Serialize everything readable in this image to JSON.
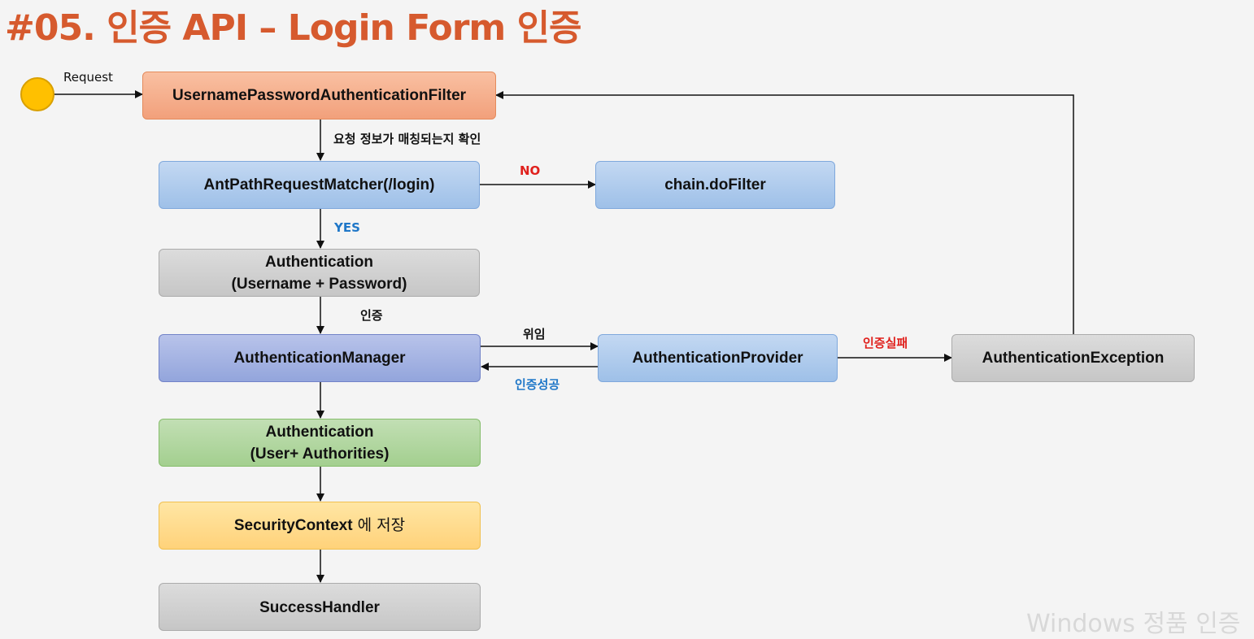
{
  "title": "#05. 인증 API – Login Form 인증",
  "start_label": "Request",
  "nodes": {
    "filter": "UsernamePasswordAuthenticationFilter",
    "matcher": "AntPathRequestMatcher(/login)",
    "chain": "chain.doFilter",
    "auth_request_line1": "Authentication",
    "auth_request_line2": "(Username + Password)",
    "manager": "AuthenticationManager",
    "provider": "AuthenticationProvider",
    "exception": "AuthenticationException",
    "auth_result_line1": "Authentication",
    "auth_result_line2": "(User+ Authorities)",
    "context_strong": "SecurityContext",
    "context_rest": " 에 저장",
    "success": "SuccessHandler"
  },
  "edge_labels": {
    "check_match": "요청 정보가 매칭되는지 확인",
    "no": "NO",
    "yes": "YES",
    "authenticate": "인증",
    "delegate": "위임",
    "auth_success": "인증성공",
    "auth_fail": "인증실패"
  },
  "watermark": "Windows 정품 인증",
  "colors": {
    "title": "#d65a2e",
    "no": "#e0201c",
    "yes": "#1f77c8"
  }
}
